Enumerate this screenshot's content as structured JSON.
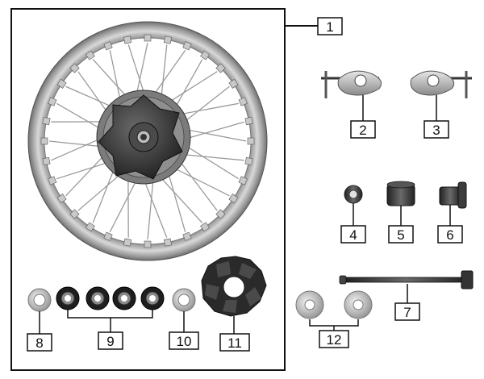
{
  "diagram": {
    "callouts": [
      {
        "id": "1",
        "part": "rear-wheel-assembly"
      },
      {
        "id": "2",
        "part": "axle-adjuster-left"
      },
      {
        "id": "3",
        "part": "axle-adjuster-right"
      },
      {
        "id": "4",
        "part": "small-bushing"
      },
      {
        "id": "5",
        "part": "collar-spacer"
      },
      {
        "id": "6",
        "part": "flanged-collar"
      },
      {
        "id": "7",
        "part": "rear-axle-bolt"
      },
      {
        "id": "8",
        "part": "washer-left"
      },
      {
        "id": "9",
        "part": "bearings-set"
      },
      {
        "id": "10",
        "part": "washer-right"
      },
      {
        "id": "11",
        "part": "cush-drive-damper"
      },
      {
        "id": "12",
        "part": "flat-washers"
      }
    ],
    "colors": {
      "frame": "#111111",
      "rim": "#b9b9b9",
      "hub": "#3a3a3a",
      "rubber": "#1e1e1e",
      "metal": "#a8a8a8"
    }
  }
}
